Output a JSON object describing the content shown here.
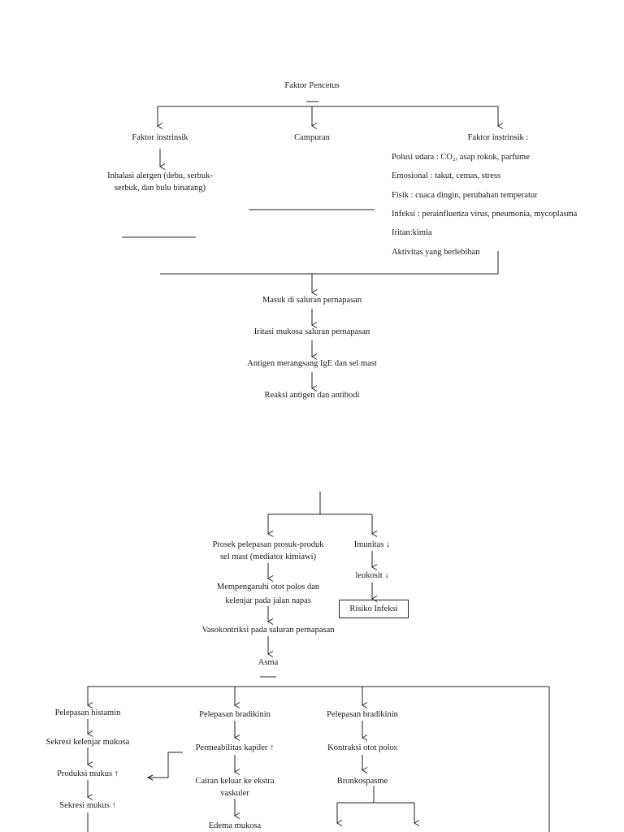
{
  "root": "Faktor Pencetus",
  "branches": {
    "left": {
      "title": "Faktor instrinsik",
      "detail": [
        "Inhalasi alergen (debu, serbuk-",
        "serbuk, dan bulu binatang)"
      ]
    },
    "middle": {
      "title": "Campuran"
    },
    "right": {
      "title": "Faktor instrinsik :",
      "items": [
        "Polusi udara : CO₂, asap  rokok, parfume",
        "Emosional : takut, cemas, stress",
        "Fisik : cuaca dingin, perubahan temperatur",
        "Infeksi : perainfluenza virus, pneumonia, mycoplasma",
        "Iritan:kimia",
        "Aktivitas yang  berlebihan"
      ]
    }
  },
  "chain": [
    "Masuk di saluran pernapasan",
    "Iritasi mukosa saluran pernapasan",
    "Antigen merangsang IgE dan sel mast",
    "Reaksi antigen dan antibodi"
  ],
  "mediator": {
    "lines": [
      "Prosek pelepasan prosuk-produk",
      "sel mast (mediator kimiawi)"
    ],
    "effect": [
      "Mempengaruhi otot polos dan",
      "kelenjar pada jalan napas"
    ],
    "vaso": "Vasokontriksi pada saluran pernapasan",
    "asma": "Asma"
  },
  "immunity": {
    "imunitas": "Imunitas ↓",
    "leukosit": "leukosit ↓",
    "risk": "Risiko Infeksi"
  },
  "columns": {
    "histamin": [
      "Pelepasan histamin",
      "Sekresi kelenjar mukosa",
      "Produksi mukus ↑",
      "Sekresi mukus ↑"
    ],
    "bradikinin1": [
      "Pelepasan bradikinin",
      "Permeabilitas kapiler ↑",
      "Cairan keluar ke ekstra",
      "vaskuler",
      "Edema mukosa"
    ],
    "bradikinin2": [
      "Pelepasan bradikinin",
      "Kontraksi otot polos",
      "Bronkospasme"
    ]
  }
}
